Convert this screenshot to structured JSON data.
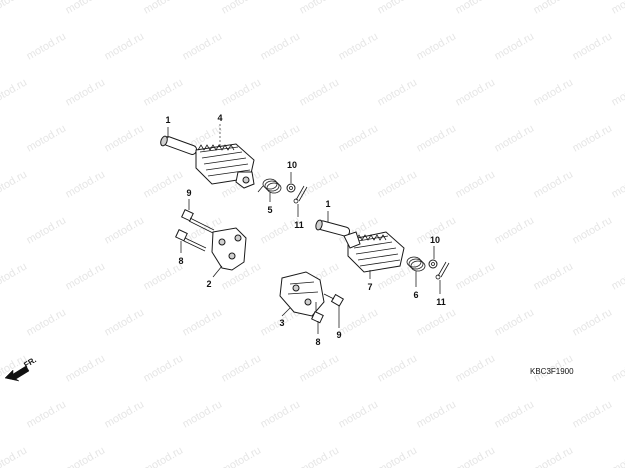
{
  "watermark": {
    "text": "motod.ru"
  },
  "diagram_code": "KBC3F1900",
  "direction_label": "FR.",
  "callouts": [
    {
      "id": "c1a",
      "text": "1"
    },
    {
      "id": "c4",
      "text": "4"
    },
    {
      "id": "c10a",
      "text": "10"
    },
    {
      "id": "c5",
      "text": "5"
    },
    {
      "id": "c11a",
      "text": "11"
    },
    {
      "id": "c9a",
      "text": "9"
    },
    {
      "id": "c8a",
      "text": "8"
    },
    {
      "id": "c2",
      "text": "2"
    },
    {
      "id": "c1b",
      "text": "1"
    },
    {
      "id": "c7",
      "text": "7"
    },
    {
      "id": "c10b",
      "text": "10"
    },
    {
      "id": "c6",
      "text": "6"
    },
    {
      "id": "c11b",
      "text": "11"
    },
    {
      "id": "c3",
      "text": "3"
    },
    {
      "id": "c8b",
      "text": "8"
    },
    {
      "id": "c9b",
      "text": "9"
    }
  ],
  "colors": {
    "background": "#ffffff",
    "line": "#1a1a1a",
    "watermark": "#e6e6e6"
  }
}
